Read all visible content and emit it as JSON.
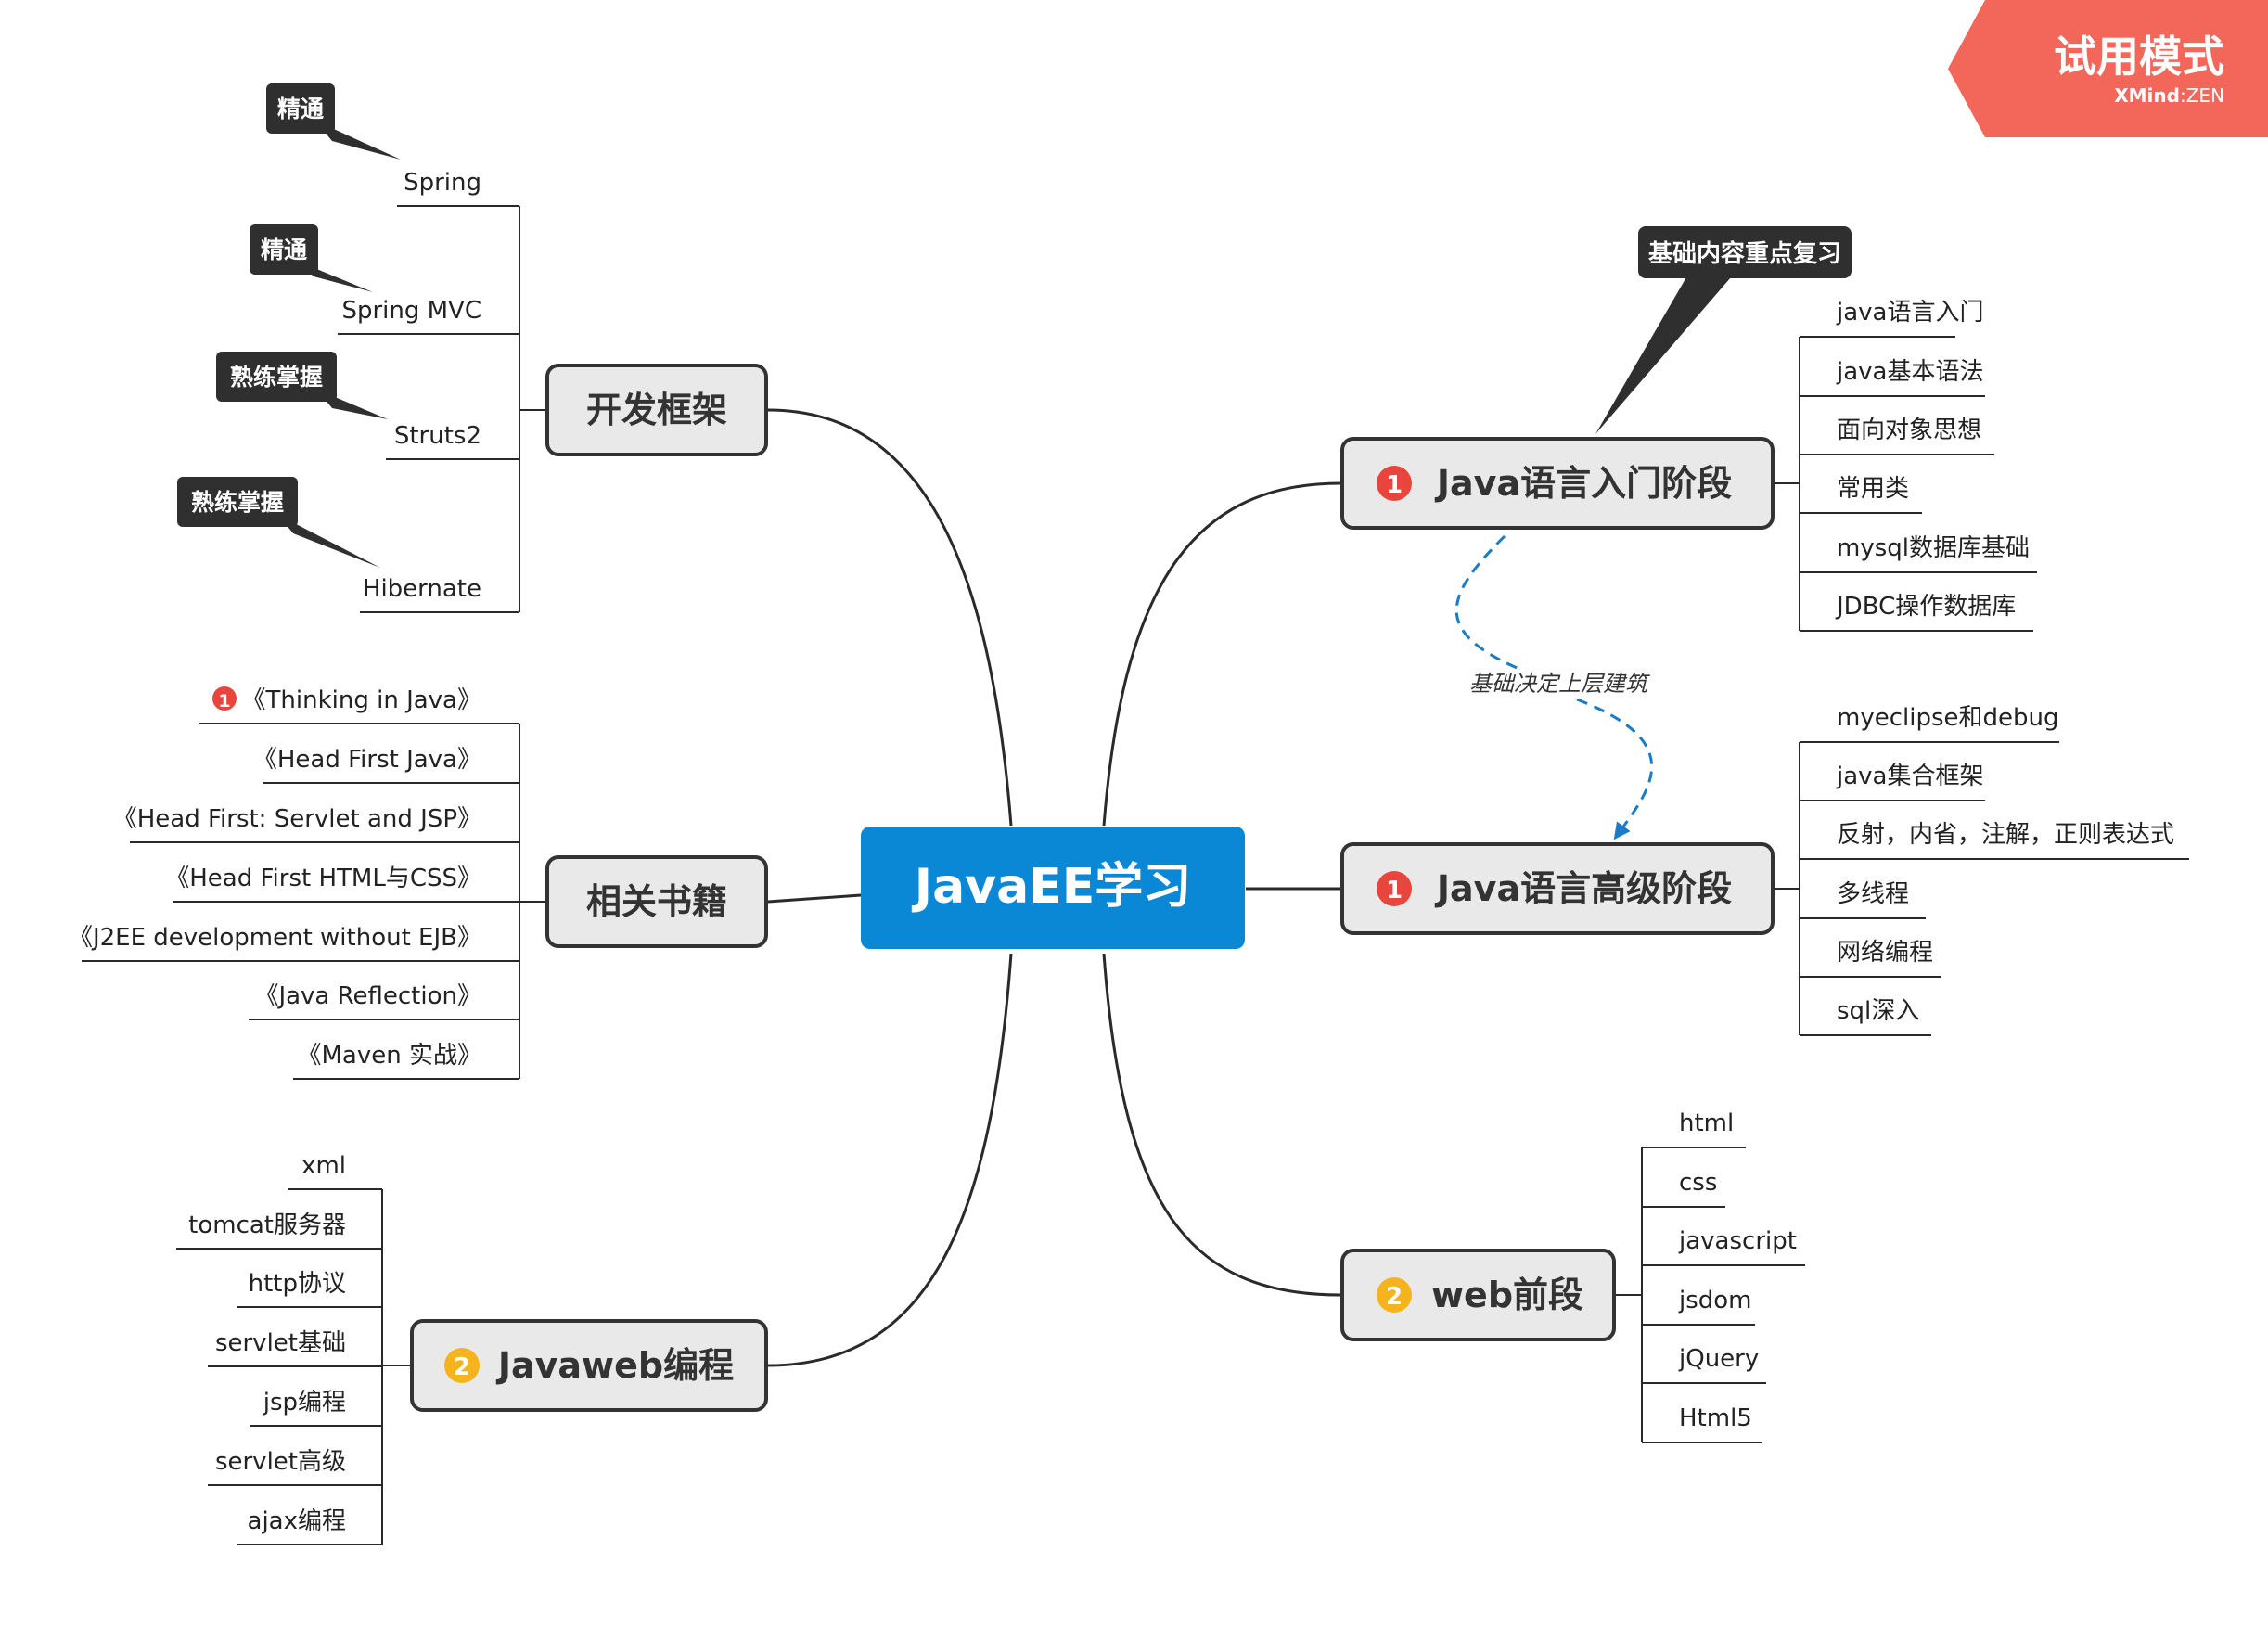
{
  "watermark": {
    "main": "试用模式",
    "brand": "XMind",
    "edition": "ZEN",
    "color": "#f2675a"
  },
  "root": {
    "label": "JavaEE学习",
    "color": "#0a88d6"
  },
  "colors": {
    "branch_fill": "#e9e9e9",
    "branch_border": "#333333",
    "line": "#2a2a2a",
    "marker_red": "#e8453c",
    "marker_yellow": "#f5b41e",
    "callout": "#2f2f2f",
    "relation": "#1a7cc8"
  },
  "frameworks": {
    "label": "开发框架",
    "items": [
      {
        "label": "Spring",
        "callout": "精通"
      },
      {
        "label": "Spring MVC",
        "callout": "精通"
      },
      {
        "label": "Struts2",
        "callout": "熟练掌握"
      },
      {
        "label": "Hibernate",
        "callout": "熟练掌握"
      }
    ]
  },
  "books": {
    "label": "相关书籍",
    "items": [
      {
        "label": "《Thinking in Java》",
        "marker": "1"
      },
      {
        "label": "《Head First Java》"
      },
      {
        "label": "《Head First: Servlet and JSP》"
      },
      {
        "label": "《Head First HTML与CSS》"
      },
      {
        "label": "《J2EE development without EJB》"
      },
      {
        "label": "《Java Reflection》"
      },
      {
        "label": "《Maven 实战》"
      }
    ]
  },
  "javaweb": {
    "label": "Javaweb编程",
    "marker": "2",
    "items": [
      "xml",
      "tomcat服务器",
      "http协议",
      "servlet基础",
      "jsp编程",
      "servlet高级",
      "ajax编程"
    ]
  },
  "java_intro": {
    "label": "Java语言入门阶段",
    "marker": "1",
    "callout": "基础内容重点复习",
    "items": [
      "java语言入门",
      "java基本语法",
      "面向对象思想",
      "常用类",
      "mysql数据库基础",
      "JDBC操作数据库"
    ]
  },
  "java_advanced": {
    "label": "Java语言高级阶段",
    "marker": "1",
    "items": [
      "myeclipse和debug",
      "java集合框架",
      "反射，内省，注解，正则表达式",
      "多线程",
      "网络编程",
      "sql深入"
    ]
  },
  "web_front": {
    "label": "web前段",
    "marker": "2",
    "items": [
      "html",
      "css",
      "javascript",
      "jsdom",
      "jQuery",
      "Html5"
    ]
  },
  "relationship": {
    "label": "基础决定上层建筑"
  }
}
